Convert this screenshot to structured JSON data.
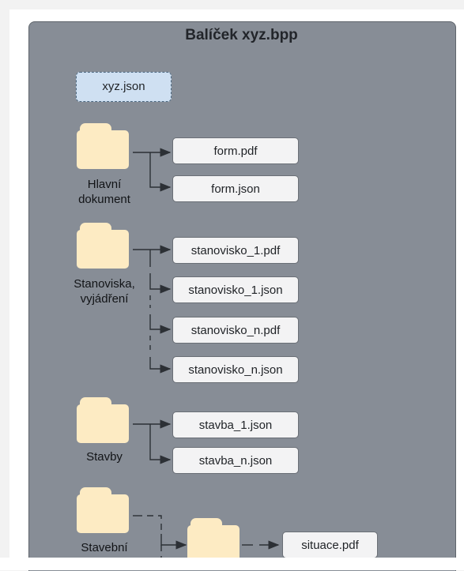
{
  "title": "Balíček xyz.bpp",
  "top_file": "xyz.json",
  "groups": {
    "hlavni": {
      "label_line1": "Hlavní",
      "label_line2": "dokument",
      "files": [
        "form.pdf",
        "form.json"
      ]
    },
    "stanoviska": {
      "label_line1": "Stanoviska,",
      "label_line2": "vyjádření",
      "files": [
        "stanovisko_1.pdf",
        "stanovisko_1.json",
        "stanovisko_n.pdf",
        "stanovisko_n.json"
      ]
    },
    "stavby": {
      "label": "Stavby",
      "files": [
        "stavba_1.json",
        "stavba_n.json"
      ]
    },
    "stavebni": {
      "label": "Stavební",
      "files": [
        "situace.pdf"
      ]
    }
  },
  "colors": {
    "panel": "#878d96",
    "folder": "#fdebc3",
    "file_box": "#f3f3f4",
    "json_box": "#cfe0f2",
    "line": "#2c3035"
  }
}
